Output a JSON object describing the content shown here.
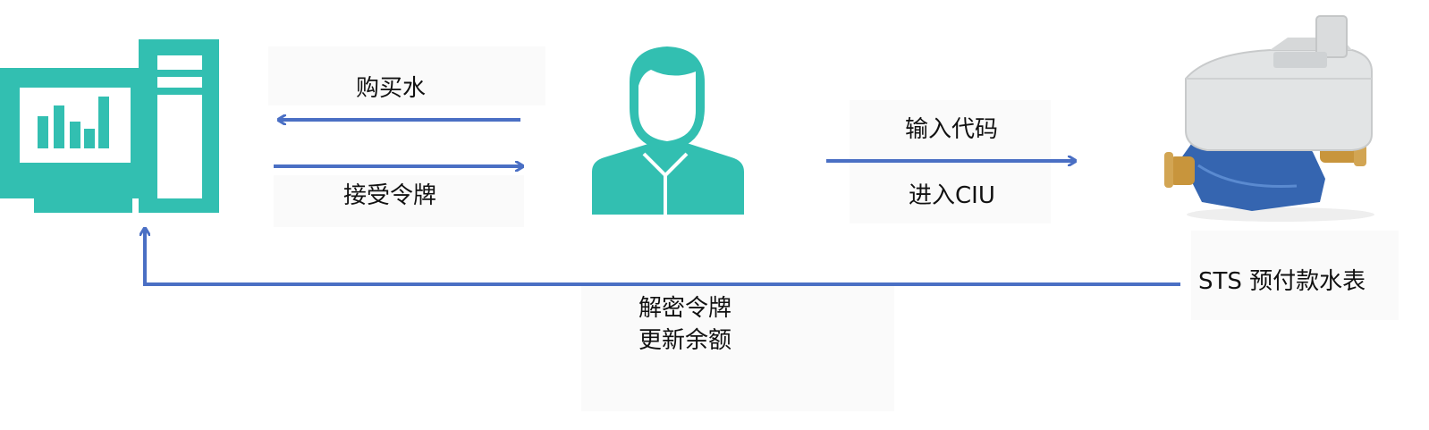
{
  "colors": {
    "accent": "#32bfb1",
    "arrow": "#4a6fc4",
    "text": "#111111"
  },
  "labels": {
    "buy_water": "购买水",
    "receive_token": "接受令牌",
    "enter_code": "输入代码",
    "enter_ciu": "进入CIU",
    "meter_name": "STS 预付款水表",
    "decrypt_token": "解密令牌",
    "update_balance": "更新余额"
  },
  "icons": {
    "computer": "computer-monitor-tower-icon",
    "user": "user-person-icon",
    "meter": "water-meter-image"
  }
}
